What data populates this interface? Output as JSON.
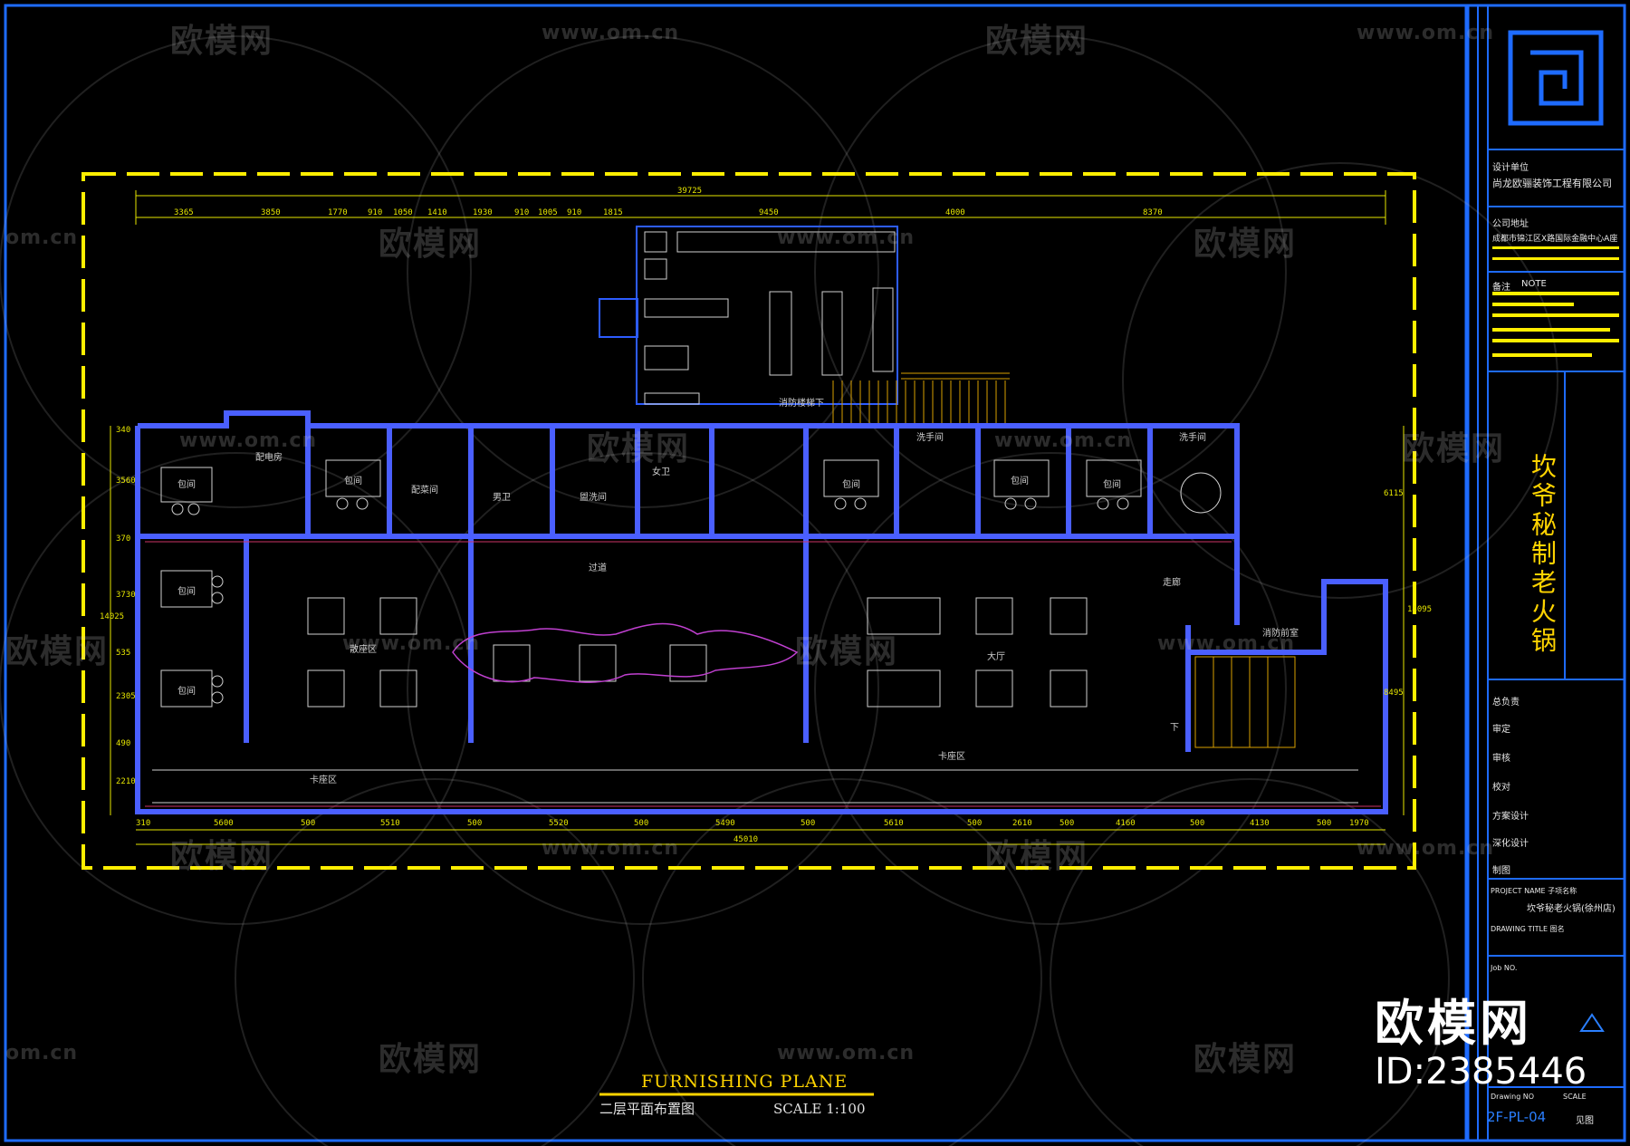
{
  "watermarks": {
    "brand": "欧模网",
    "url": "www.om.cn",
    "url_short": "om.cn"
  },
  "drawing": {
    "title_en": "FURNISHING PLANE",
    "title_cn": "二层平面布置图",
    "scale": "SCALE  1:100"
  },
  "dimensions": {
    "top_total": "39725",
    "top_segments": [
      "3365",
      "3850",
      "1770",
      "910",
      "1050",
      "1410",
      "1930",
      "910",
      "1005",
      "910",
      "1815",
      "9450",
      "4000",
      "8370"
    ],
    "bottom_total": "45010",
    "bottom_segments": [
      "310",
      "5600",
      "500",
      "5510",
      "500",
      "5520",
      "500",
      "5490",
      "500",
      "5610",
      "500",
      "2610",
      "500",
      "4160",
      "500",
      "4130",
      "500",
      "1970"
    ],
    "left_segments": [
      "340",
      "3560",
      "370",
      "3730",
      "535",
      "2305",
      "490",
      "2210"
    ],
    "left_total": "14025",
    "right_segments": [
      "6115",
      "14095",
      "8495"
    ]
  },
  "rooms": {
    "baojian": "包间",
    "peidian": "配电房",
    "peicai": "配菜间",
    "nanwei": "男卫",
    "nvwei": "女卫",
    "guanxi": "盥洗间",
    "xishou": "洗手间",
    "guodao": "过道",
    "sanzuo": "散座区",
    "dating": "大厅",
    "kazuo": "卡座区",
    "fire_stair": "消防楼梯下",
    "down": "下",
    "corridor": "走廊",
    "fire_hall": "消防前室"
  },
  "panel": {
    "design_unit_label": "设计单位",
    "design_unit": "尚龙欧骊装饰工程有限公司",
    "address_label": "公司地址",
    "address": "成都市锦江区X路国际金融中心A座",
    "note_label": "备注",
    "note_en": "NOTE",
    "project_title": "坎爷秘制老火锅",
    "roles": [
      "总负责",
      "审定",
      "审核",
      "校对",
      "方案设计",
      "深化设计",
      "制图"
    ],
    "project_name_label": "PROJECT NAME  子项名称",
    "project_name": "坎爷秘老火锅(徐州店)",
    "drawing_title_label": "DRAWING TITLE  图名",
    "job_no_label": "Job NO.",
    "drawing_no_label": "Drawing NO",
    "scale_label": "SCALE",
    "scale_value": "见图",
    "drawing_no": "2F-PL-04"
  },
  "stamp": {
    "brand": "欧模网",
    "id": "ID:2385446"
  }
}
